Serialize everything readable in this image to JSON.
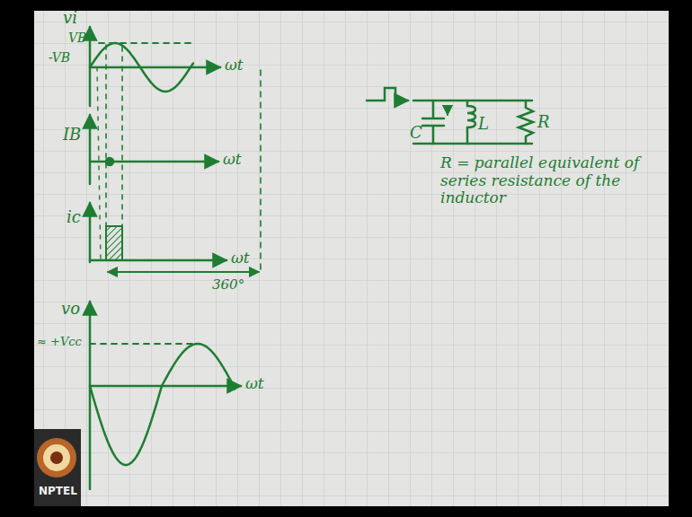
{
  "diagram": {
    "labels": [
      "vi",
      "VB",
      "-VB",
      "ωt",
      "IB",
      "ωt",
      "ic",
      "360°",
      "ωt",
      "vo",
      "≈ +Vcc",
      "ωt",
      "C",
      "L",
      "R",
      "R = parallel equivalent of series resistance of the inductor",
      "NPTEL"
    ]
  }
}
